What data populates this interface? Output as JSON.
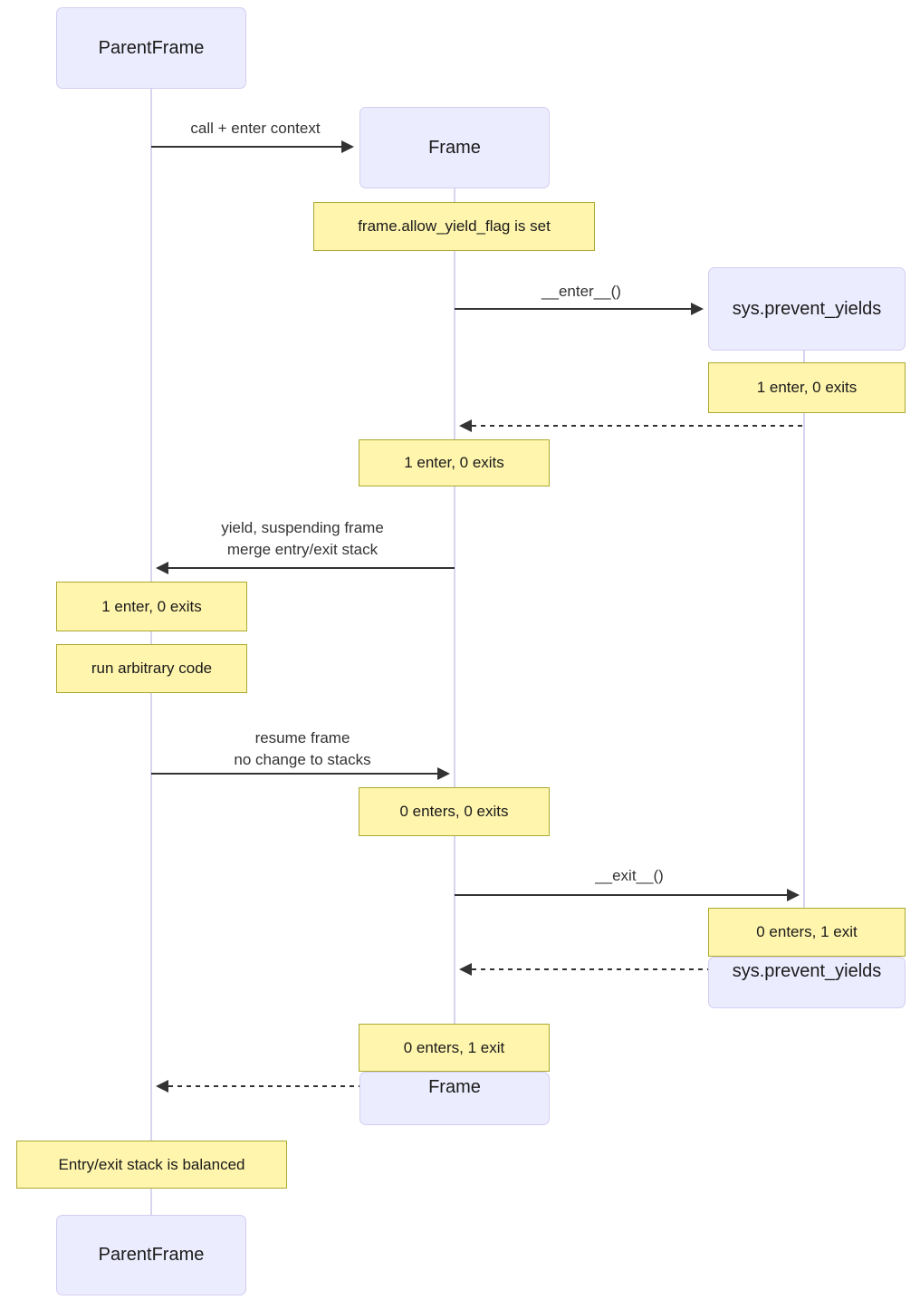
{
  "diagram": {
    "type": "sequence-diagram",
    "actors": {
      "parent_top": "ParentFrame",
      "parent_bottom": "ParentFrame",
      "frame_top": "Frame",
      "frame_bottom": "Frame",
      "sys_top": "sys.prevent_yields",
      "sys_bottom": "sys.prevent_yields"
    },
    "messages": {
      "call_enter": "call + enter context",
      "enter": "__enter__()",
      "yield_line1": "yield, suspending frame",
      "yield_line2": "merge entry/exit stack",
      "resume_line1": "resume frame",
      "resume_line2": "no change to stacks",
      "exit": "__exit__()"
    },
    "notes": {
      "allow_yield_flag": "frame.allow_yield_flag is set",
      "sys_enter_count": "1 enter, 0 exits",
      "frame_enter_count": "1 enter, 0 exits",
      "parent_enter_count": "1 enter, 0 exits",
      "run_arbitrary": "run arbitrary code",
      "frame_resume_count": "0 enters, 0 exits",
      "sys_exit_count": "0 enters, 1 exit",
      "frame_exit_count": "0 enters, 1 exit",
      "balanced": "Entry/exit stack is balanced"
    },
    "colors": {
      "actor_fill": "#ECECFF",
      "actor_border": "#D4CDF0",
      "note_fill": "#FFF5AD",
      "note_border": "#AAAA33",
      "arrow": "#333333",
      "lifeline": "#D8D4EE"
    }
  }
}
